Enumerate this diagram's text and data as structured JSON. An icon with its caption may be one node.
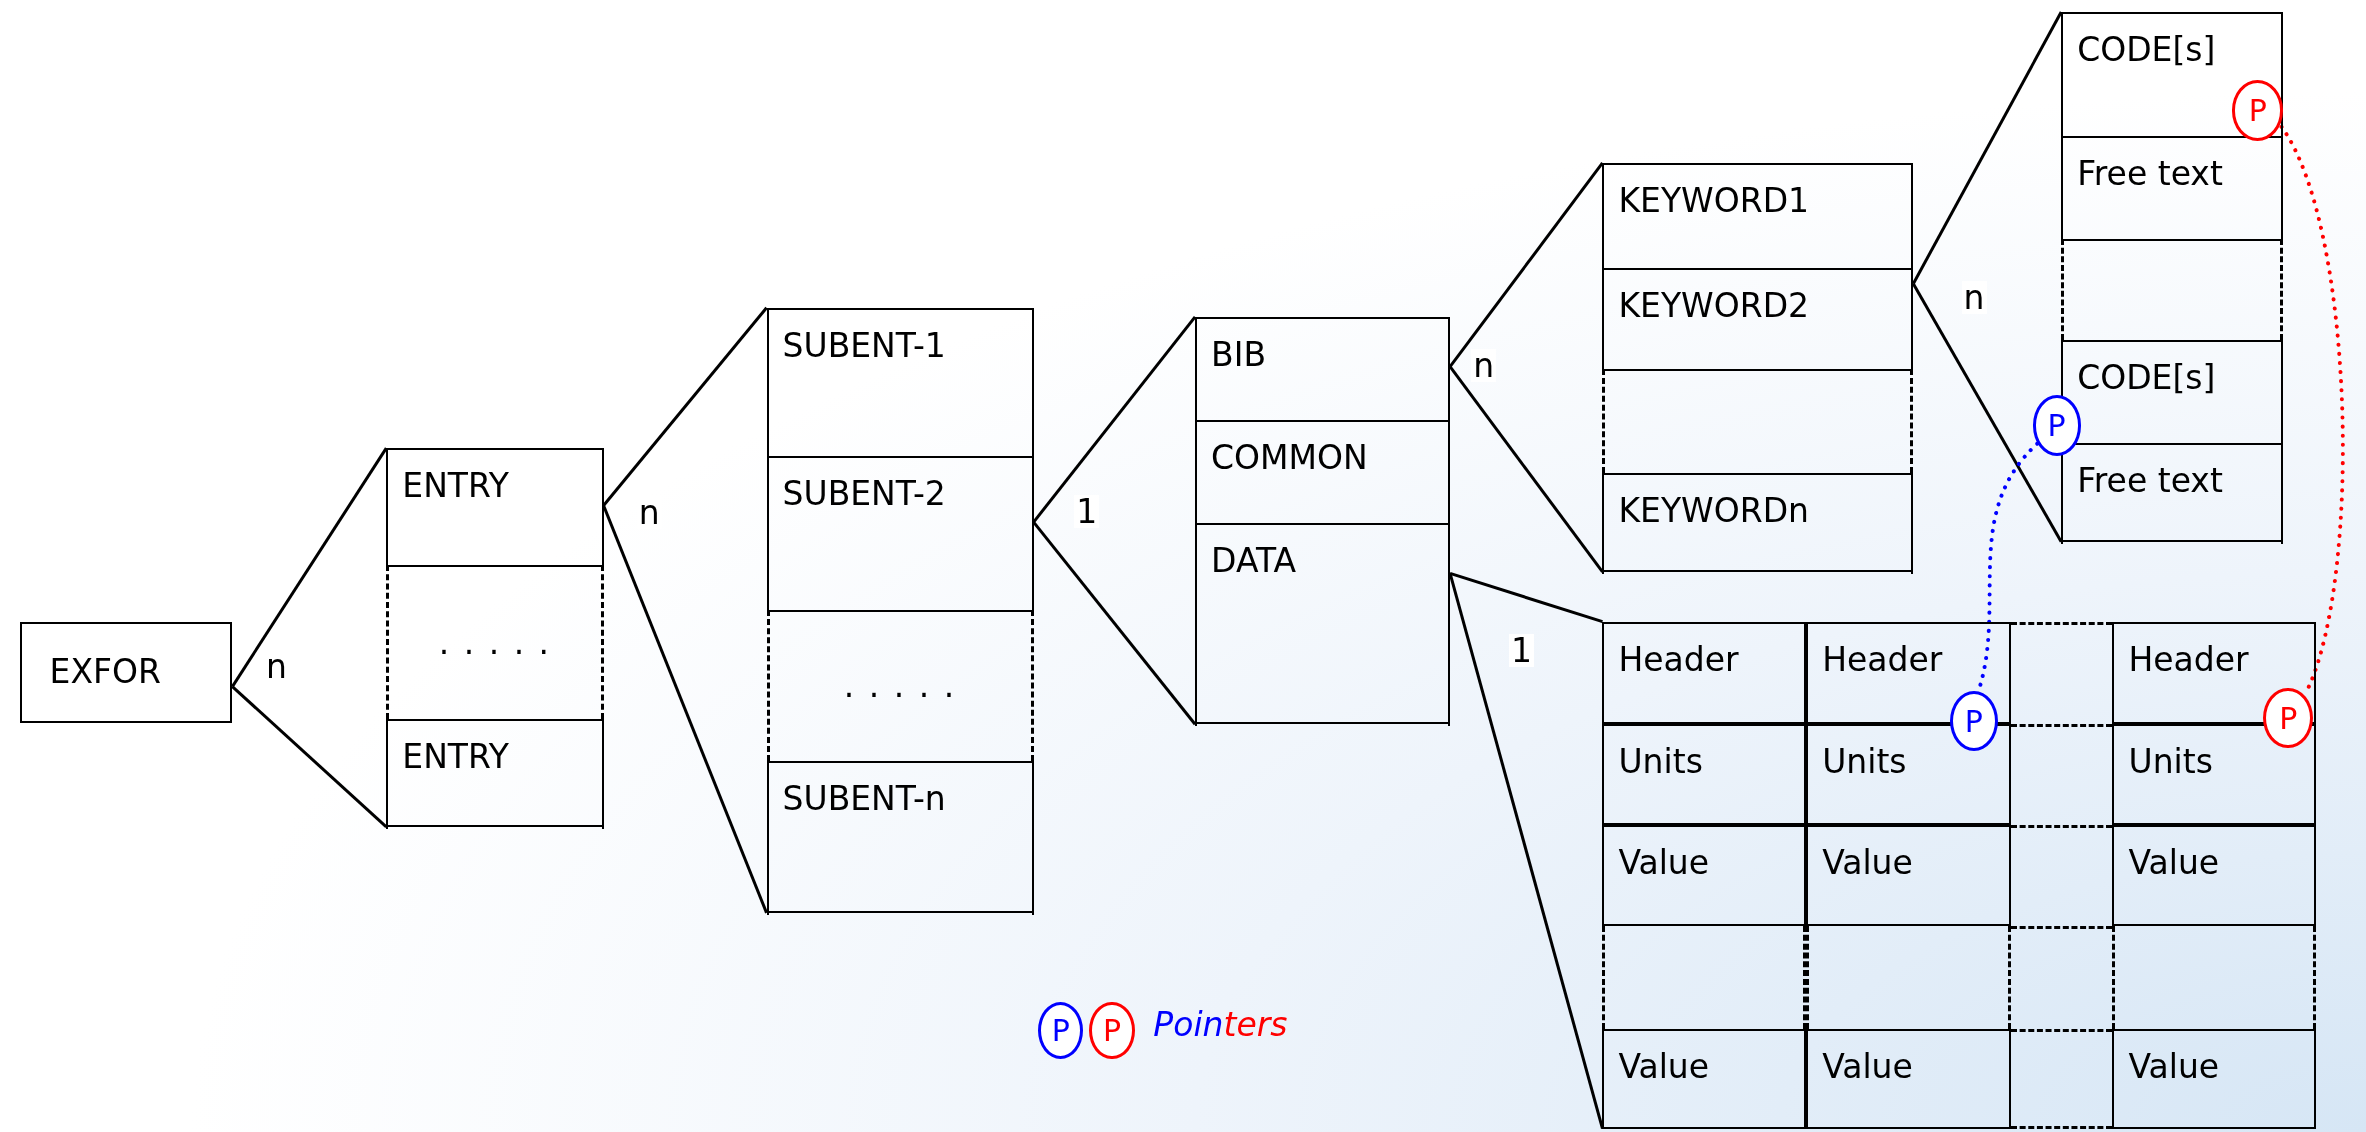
{
  "diagram": {
    "nodes": [
      {
        "text": [
          "EXFOR"
        ]
      },
      {
        "text": [],
        "shape": "box"
      },
      {
        "text": [
          "ENTRY"
        ],
        "in": 1
      },
      {
        "text": [
          ". . . . ."
        ],
        "in": 1
      },
      {
        "text": [
          "ENTRY"
        ],
        "in": 1
      },
      {
        "text": [],
        "shape": "box"
      },
      {
        "text": [
          "SUBENT-1"
        ],
        "in": 5
      },
      {
        "text": [
          "SUBENT-2"
        ],
        "in": 5
      },
      {
        "text": [
          ". . . . ."
        ],
        "in": 5
      },
      {
        "text": [
          "SUBENT-n"
        ],
        "in": 5
      },
      {
        "text": [],
        "shape": "box"
      },
      {
        "text": [
          "BIB"
        ],
        "in": 10
      },
      {
        "text": [
          "COMMON"
        ],
        "in": 10
      },
      {
        "text": [
          "DATA"
        ],
        "in": 10
      },
      {
        "text": [],
        "shape": "box"
      },
      {
        "text": [
          "KEYWORD1"
        ],
        "in": 14
      },
      {
        "text": [
          "KEYWORD2"
        ],
        "in": 14
      },
      {
        "text": [],
        "shape": "box",
        "in": 14
      },
      {
        "text": [
          "KEYWORDn"
        ],
        "in": 14
      },
      {
        "text": [],
        "shape": "box"
      },
      {
        "text": [
          "CODE[s]"
        ],
        "in": 19
      },
      {
        "text": [
          "Free text"
        ],
        "in": 19
      },
      {
        "text": [],
        "shape": "box",
        "in": 19
      },
      {
        "text": [
          "CODE[s]"
        ],
        "in": 19
      },
      {
        "text": [
          "Free text"
        ],
        "in": 19
      },
      {
        "text": [],
        "shape": "box"
      },
      {
        "text": [
          "Header"
        ],
        "in": 25
      },
      {
        "text": [
          "Header"
        ],
        "in": 25
      },
      {
        "text": [],
        "shape": "box",
        "in": 25
      },
      {
        "text": [
          "Header"
        ],
        "in": 25
      },
      {
        "text": [
          "Units"
        ],
        "in": 25
      },
      {
        "text": [
          "Units"
        ],
        "in": 25
      },
      {
        "text": [],
        "shape": "box",
        "in": 25
      },
      {
        "text": [
          "Units"
        ],
        "in": 25
      },
      {
        "text": [
          "Value"
        ],
        "in": 25
      },
      {
        "text": [
          "Value"
        ],
        "in": 25
      },
      {
        "text": [],
        "shape": "box",
        "in": 25
      },
      {
        "text": [
          "Value"
        ],
        "in": 25
      },
      {
        "text": [],
        "shape": "box",
        "in": 25
      },
      {
        "text": [],
        "shape": "box",
        "in": 25
      },
      {
        "text": [],
        "shape": "box",
        "in": 25
      },
      {
        "text": [],
        "shape": "box",
        "in": 25
      },
      {
        "text": [
          "Value"
        ],
        "in": 25
      },
      {
        "text": [
          "Value"
        ],
        "in": 25
      },
      {
        "text": [],
        "shape": "box",
        "in": 25
      },
      {
        "text": [
          "Value"
        ],
        "in": 25
      },
      {
        "text": [
          "P"
        ],
        "in": 20
      },
      {
        "text": [
          "P"
        ]
      },
      {
        "text": [
          "P"
        ]
      },
      {
        "text": [
          "P"
        ]
      },
      {
        "text": [
          "P"
        ]
      },
      {
        "text": [
          "P"
        ]
      }
    ],
    "edges": [
      {
        "from": 0,
        "to": 2,
        "arrow": "none",
        "label": "n"
      },
      {
        "from": 0,
        "to": 4,
        "arrow": "none"
      },
      {
        "from": 2,
        "to": 6,
        "arrow": "none",
        "label": "n"
      },
      {
        "from": 2,
        "to": 9,
        "arrow": "none"
      },
      {
        "from": 7,
        "to": 11,
        "arrow": "none",
        "label": "1"
      },
      {
        "from": 7,
        "to": 13,
        "arrow": "none"
      },
      {
        "from": 11,
        "to": 15,
        "arrow": "none",
        "label": "n"
      },
      {
        "from": 11,
        "to": 18,
        "arrow": "none"
      },
      {
        "from": 16,
        "to": 20,
        "arrow": "none",
        "label": "n"
      },
      {
        "from": 16,
        "to": 24,
        "arrow": "none"
      },
      {
        "from": 13,
        "to": 26,
        "arrow": "none",
        "label": "1"
      },
      {
        "from": 13,
        "to": 42,
        "arrow": "none"
      },
      {
        "from": 46,
        "to": 49,
        "arrow": "none",
        "style": "dashed",
        "color": "#ff0000"
      },
      {
        "from": 47,
        "to": 48,
        "arrow": "none",
        "style": "dashed",
        "color": "#0000ff"
      }
    ],
    "legend": [
      {
        "text": "Pointers"
      }
    ]
  }
}
